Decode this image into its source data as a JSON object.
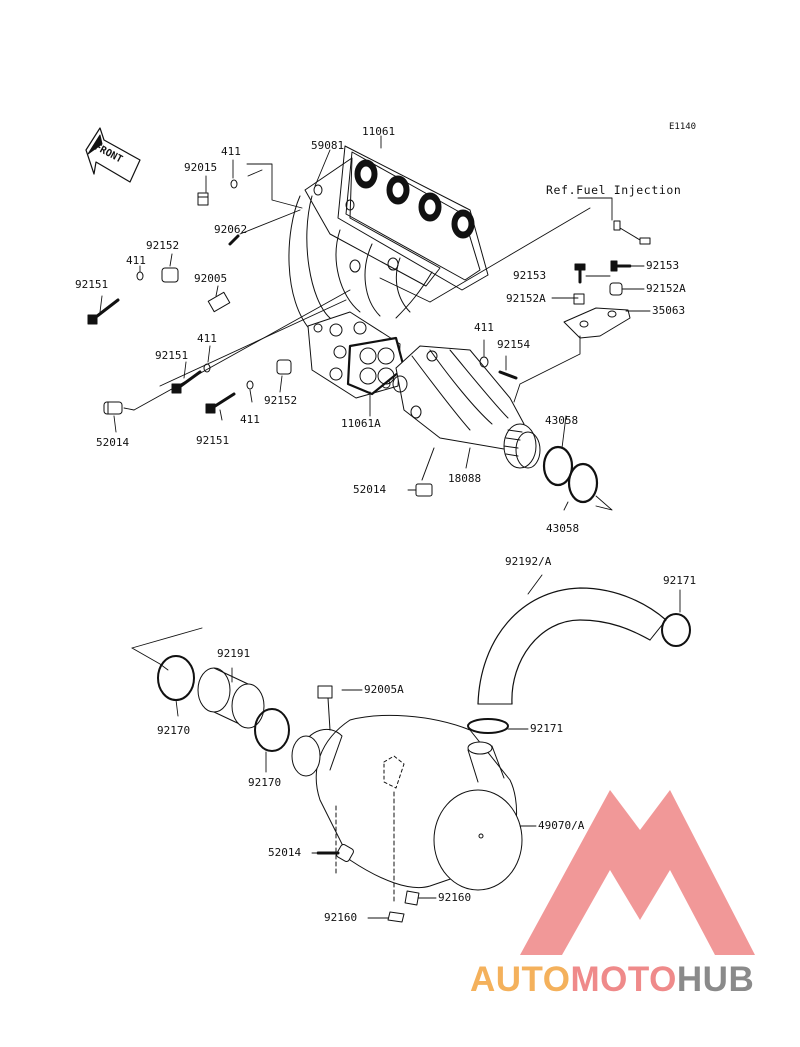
{
  "diagram_code": "E1140",
  "front_label": "FRONT",
  "reference_note": "Ref.Fuel Injection",
  "part_labels": {
    "p11061": "11061",
    "p59081": "59081",
    "p411_a": "411",
    "p92015": "92015",
    "p92062": "92062",
    "p92152_a": "92152",
    "p411_b": "411",
    "p92005": "92005",
    "p92151_a": "92151",
    "p411_c": "411",
    "p92151_b": "92151",
    "p52014_a": "52014",
    "p92151_c": "92151",
    "p411_d": "411",
    "p92152_b": "92152",
    "p11061A": "11061A",
    "p411_e": "411",
    "p92154": "92154",
    "p92153_a": "92153",
    "p92153_b": "92153",
    "p92152A_a": "92152A",
    "p92152A_b": "92152A",
    "p35063": "35063",
    "p43058_a": "43058",
    "p43058_b": "43058",
    "p18088": "18088",
    "p52014_b": "52014",
    "p92192A": "92192/A",
    "p92171_a": "92171",
    "p92191": "92191",
    "p92005A": "92005A",
    "p92170_a": "92170",
    "p92170_b": "92170",
    "p92171_b": "92171",
    "p49070A": "49070/A",
    "p52014_c": "52014",
    "p92160_a": "92160",
    "p92160_b": "92160"
  },
  "watermark": {
    "part1": "AUTO",
    "part2": "MOTO",
    "part3": "HUB",
    "colors": {
      "auto": "#f4b15c",
      "moto": "#ef8a8a",
      "hub": "#8a8a8a",
      "logo": "#f08f8f"
    }
  }
}
